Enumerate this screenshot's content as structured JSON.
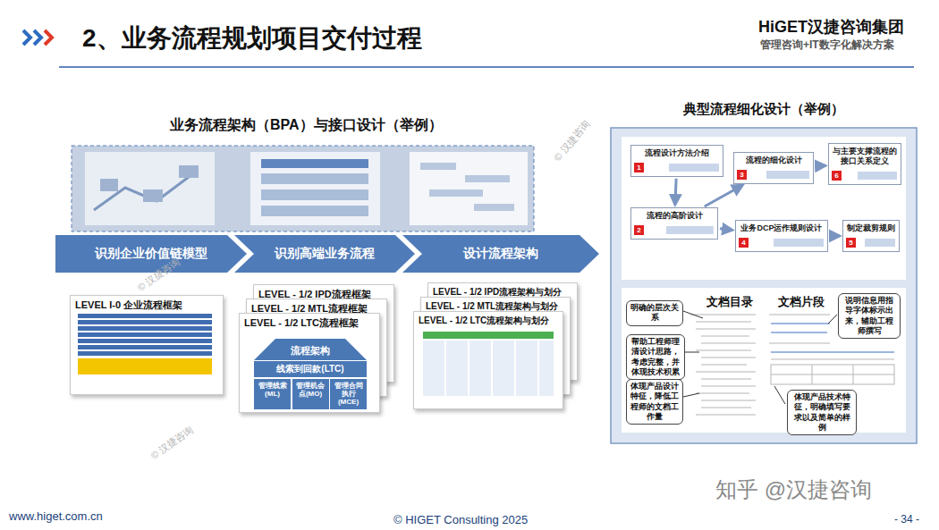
{
  "diagram": {
    "title": "2、业务流程规划项目交付过程",
    "nodes": [
      {
        "text": [
          "识别企业价值链模型"
        ]
      },
      {
        "text": [
          "识别高端业务流程"
        ]
      },
      {
        "text": [
          "设计流程架构"
        ]
      },
      {
        "text": [
          "LEVEL I-0 企业流程框架"
        ]
      },
      {
        "text": [
          "LEVEL - 1/2 IPD流程框架"
        ]
      },
      {
        "text": [
          "LEVEL - 1/2  MTL流程框架"
        ]
      },
      {
        "text": [
          "LEVEL - 1/2 LTC流程框架"
        ]
      },
      {
        "text": [
          "流程架构"
        ],
        "in": 6
      },
      {
        "text": [
          "线索到回款(LTC)"
        ],
        "in": 6
      },
      {
        "text": [
          "管理线索(ML)"
        ],
        "in": 6
      },
      {
        "text": [
          "管理机会点(MO)"
        ],
        "in": 6
      },
      {
        "text": [
          "管理合同执行(MCE)"
        ],
        "in": 6
      },
      {
        "text": [
          "LEVEL - 1/2 IPD流程架构与划分"
        ]
      },
      {
        "text": [
          "LEVEL - 1/2 MTL流程架构与划分"
        ]
      },
      {
        "text": [
          "LEVEL - 1/2 LTC流程架构与划分"
        ]
      },
      {
        "text": [
          "典型流程细化设计（举例）"
        ]
      },
      {
        "text": [
          "流程设计方法介绍"
        ],
        "in": 15
      },
      {
        "text": [
          "流程的细化设计"
        ],
        "in": 15
      },
      {
        "text": [
          "与主要支撑流程的接口关系定义"
        ],
        "in": 15
      },
      {
        "text": [
          "流程的高阶设计"
        ],
        "in": 15
      },
      {
        "text": [
          "业务DCP运作规则设计"
        ],
        "in": 15
      },
      {
        "text": [
          "制定裁剪规则"
        ],
        "in": 15
      },
      {
        "text": [
          "明确的层次关系"
        ],
        "in": 15
      },
      {
        "text": [
          "帮助工程师理清设计思路，考虑完整，并体现技术积累"
        ],
        "in": 15
      },
      {
        "text": [
          "体现产品设计特征，降低工程师的文档工作量"
        ],
        "in": 15
      },
      {
        "text": [
          "说明信息用指导字体标示出来，辅助工程师撰写"
        ],
        "in": 15
      },
      {
        "text": [
          "体现产品技术特征，明确填写要求以及简单的样例"
        ],
        "in": 15
      }
    ],
    "edges": [
      {
        "from": 16,
        "to": 19,
        "arrow": "to"
      },
      {
        "from": 19,
        "to": 17,
        "arrow": "to"
      },
      {
        "from": 17,
        "to": 18,
        "arrow": "to"
      },
      {
        "from": 19,
        "to": 20,
        "arrow": "to"
      },
      {
        "from": 20,
        "to": 21,
        "arrow": "to"
      }
    ],
    "labels": [
      "HiGET汉捷咨询集团",
      "管理咨询+IT数字化解决方案",
      "业务流程架构（BPA）与接口设计（举例）",
      "1",
      "2",
      "3",
      "4",
      "5",
      "6",
      "文档目录",
      "文档片段",
      "www.higet.com.cn",
      "© HIGET Consulting 2025",
      "- 34 -",
      "知乎 @汉捷咨询",
      "© 汉捷咨询",
      "© 汉捷咨询",
      "© 汉捷咨询"
    ]
  }
}
